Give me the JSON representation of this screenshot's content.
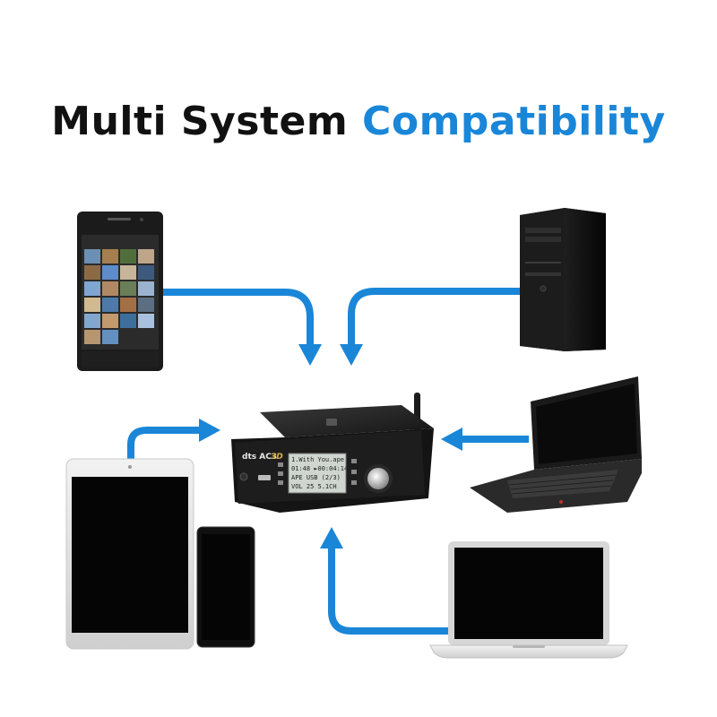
{
  "title": {
    "part1": "Multi System",
    "part2": "Compatibility",
    "accent_color": "#1a86d8"
  },
  "arrow_color": "#1a86d8",
  "device_center": {
    "brand": "dts AC3",
    "brand_3d": "3D",
    "display_lines": [
      "1.With You.ape",
      "01:48 ►00:04:14",
      "APE USB (2/3)",
      "VOL 25 5.1CH"
    ]
  },
  "devices": [
    {
      "name": "smartphone",
      "icon": "phone-icon"
    },
    {
      "name": "desktop-tower",
      "icon": "desktop-icon"
    },
    {
      "name": "laptop",
      "icon": "laptop-icon"
    },
    {
      "name": "tablet",
      "icon": "tablet-icon"
    },
    {
      "name": "small-phone",
      "icon": "phone-icon"
    },
    {
      "name": "macbook",
      "icon": "laptop-icon"
    }
  ]
}
